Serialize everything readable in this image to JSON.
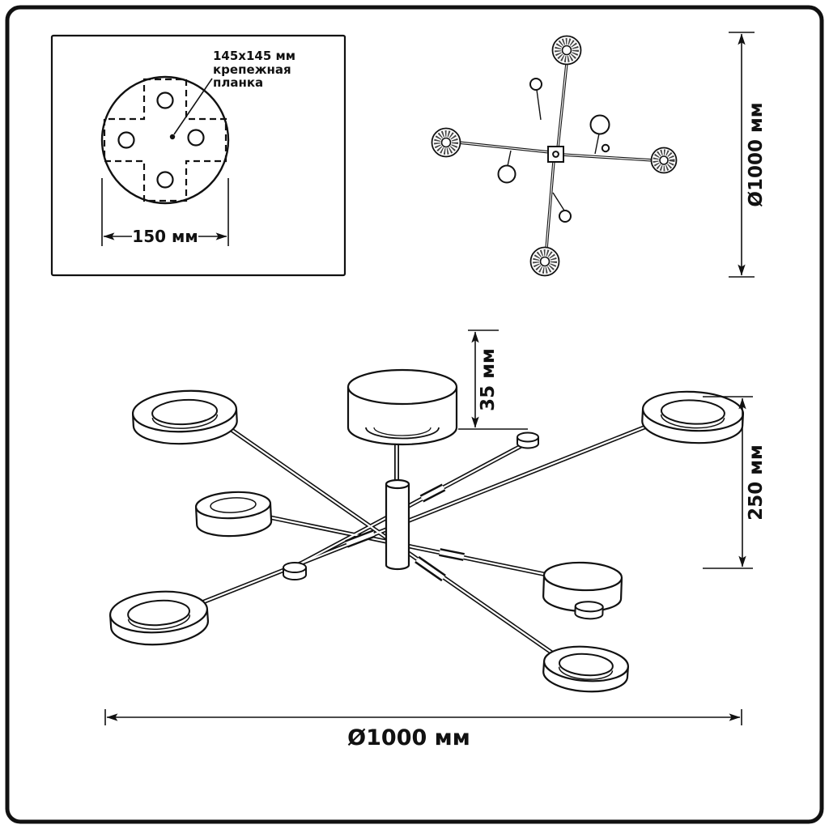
{
  "colors": {
    "line": "#111111",
    "background": "#ffffff"
  },
  "detail_box": {
    "callout_line1": "145x145 мм",
    "callout_line2": "крепежная",
    "callout_line3": "планка",
    "dim_plate_width": "150 мм"
  },
  "top_view": {
    "dim_diameter": "Ø1000 мм"
  },
  "side_view": {
    "dim_canopy_height": "35 мм",
    "dim_fixture_height": "250 мм",
    "dim_fixture_diameter": "Ø1000 мм"
  }
}
